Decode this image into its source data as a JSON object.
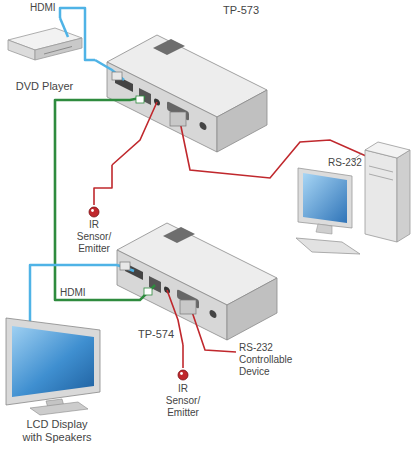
{
  "diagram": {
    "nodes": [
      {
        "text": [
          "DVD Player"
        ]
      },
      {
        "text": [
          "TP-573"
        ]
      },
      {
        "text": [
          "IR Sensor/ Emitter"
        ]
      },
      {
        "text": [
          "TP-574"
        ]
      },
      {
        "text": [
          "IR Sensor/ Emitter"
        ]
      },
      {
        "text": [
          "LCD Display with Speakers"
        ]
      }
    ],
    "edges": [
      {
        "from": 0,
        "to": 1,
        "label": "HDMI",
        "arrow": "none"
      },
      {
        "from": 1,
        "to": 2,
        "arrow": "none"
      },
      {
        "from": 1,
        "to": 3,
        "arrow": "none"
      },
      {
        "from": 3,
        "to": 4,
        "arrow": "none"
      },
      {
        "from": 3,
        "to": 5,
        "label": "HDMI",
        "arrow": "none"
      }
    ],
    "labels": [
      "RS-232",
      "RS-232 Controllable Device"
    ]
  }
}
